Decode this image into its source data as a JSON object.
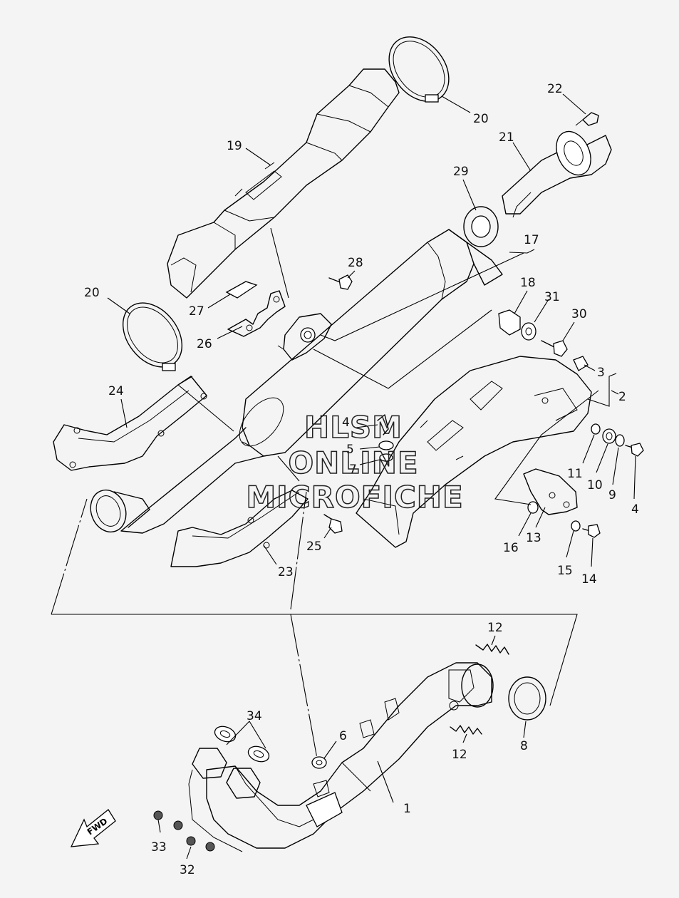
{
  "watermark": {
    "line1": "HLSM",
    "line2": "ONLINE",
    "line3": "MICROFICHE"
  },
  "fwd_label": "FWD",
  "callouts": [
    {
      "id": "c1",
      "num": "1"
    },
    {
      "id": "c2",
      "num": "2"
    },
    {
      "id": "c3",
      "num": "3"
    },
    {
      "id": "c4a",
      "num": "4"
    },
    {
      "id": "c4b",
      "num": "4"
    },
    {
      "id": "c5",
      "num": "5"
    },
    {
      "id": "c6",
      "num": "6"
    },
    {
      "id": "c7",
      "num": "7"
    },
    {
      "id": "c8",
      "num": "8"
    },
    {
      "id": "c9",
      "num": "9"
    },
    {
      "id": "c10",
      "num": "10"
    },
    {
      "id": "c11",
      "num": "11"
    },
    {
      "id": "c12a",
      "num": "12"
    },
    {
      "id": "c12b",
      "num": "12"
    },
    {
      "id": "c13",
      "num": "13"
    },
    {
      "id": "c14",
      "num": "14"
    },
    {
      "id": "c15",
      "num": "15"
    },
    {
      "id": "c16",
      "num": "16"
    },
    {
      "id": "c17",
      "num": "17"
    },
    {
      "id": "c18",
      "num": "18"
    },
    {
      "id": "c19",
      "num": "19"
    },
    {
      "id": "c20a",
      "num": "20"
    },
    {
      "id": "c20b",
      "num": "20"
    },
    {
      "id": "c21",
      "num": "21"
    },
    {
      "id": "c22",
      "num": "22"
    },
    {
      "id": "c23",
      "num": "23"
    },
    {
      "id": "c24",
      "num": "24"
    },
    {
      "id": "c25",
      "num": "25"
    },
    {
      "id": "c26",
      "num": "26"
    },
    {
      "id": "c27",
      "num": "27"
    },
    {
      "id": "c28",
      "num": "28"
    },
    {
      "id": "c29",
      "num": "29"
    },
    {
      "id": "c30",
      "num": "30"
    },
    {
      "id": "c31",
      "num": "31"
    },
    {
      "id": "c32",
      "num": "32"
    },
    {
      "id": "c33",
      "num": "33"
    },
    {
      "id": "c34",
      "num": "34"
    }
  ]
}
